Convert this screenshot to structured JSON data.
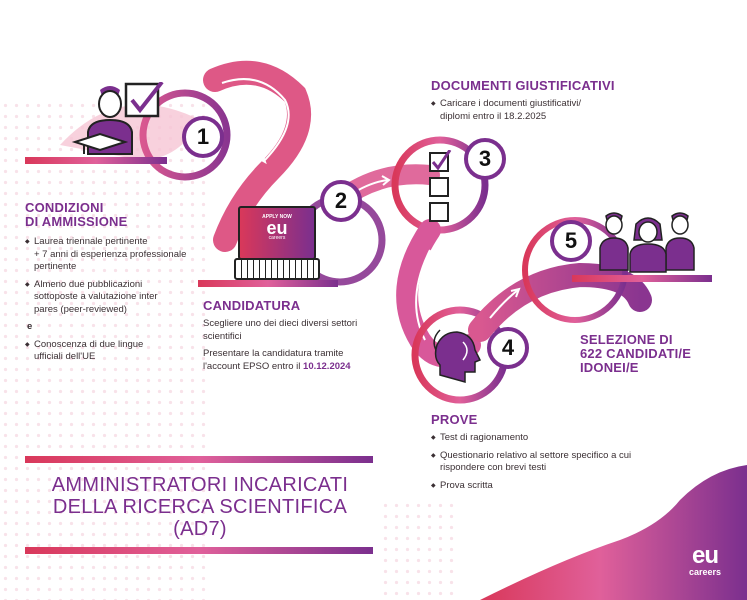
{
  "title": {
    "line1": "AMMINISTRATORI INCARICATI",
    "line2": "DELLA RICERCA SCIENTIFICA",
    "line3": "(AD7)"
  },
  "steps": [
    {
      "number": "1",
      "heading_line1": "CONDIZIONI",
      "heading_line2": "DI AMMISSIONE",
      "bullets": [
        "Laurea triennale pertinente",
        "+ 7 anni di esperienza professionale",
        "pertinente"
      ],
      "bullets2": [
        "Almeno due pubblicazioni",
        "sottoposte a valutazione inter",
        "pares (peer-reviewed)"
      ],
      "connector": "e",
      "bullets3": [
        "Conoscenza di due lingue",
        "ufficiali dell'UE"
      ],
      "icon": "graduate-with-checkbox-icon"
    },
    {
      "number": "2",
      "heading": "CANDIDATURA",
      "text1": "Scegliere uno dei dieci diversi settori scientifici",
      "text2_prefix": "Presentare la candidatura tramite l'account EPSO entro il ",
      "text2_date": "10.12.2024",
      "tablet_label": "APPLY NOW",
      "tablet_logo": "eu",
      "tablet_logo_sub": "careers",
      "icon": "tablet-keyboard-icon"
    },
    {
      "number": "3",
      "heading": "DOCUMENTI GIUSTIFICATIVI",
      "bullets": [
        "Caricare i documenti giustificativi/ diplomi entro il 18.2.2025"
      ],
      "icon": "checklist-icon"
    },
    {
      "number": "4",
      "heading": "PROVE",
      "bullets": [
        "Test di ragionamento",
        "Questionario relativo al settore specifico a cui rispondere con brevi testi",
        "Prova scritta"
      ],
      "icon": "head-thinking-icon"
    },
    {
      "number": "5",
      "heading_line1": "SELEZIONE DI",
      "heading_line2": "622 CANDIDATI/E",
      "heading_line3": "IDONEI/E",
      "icon": "group-of-people-icon"
    }
  ],
  "logo": {
    "main": "eu",
    "sub": "careers"
  },
  "colors": {
    "purple": "#7b2f8e",
    "pink": "#e0609a",
    "red": "#d9385a",
    "text": "#3b3034"
  }
}
